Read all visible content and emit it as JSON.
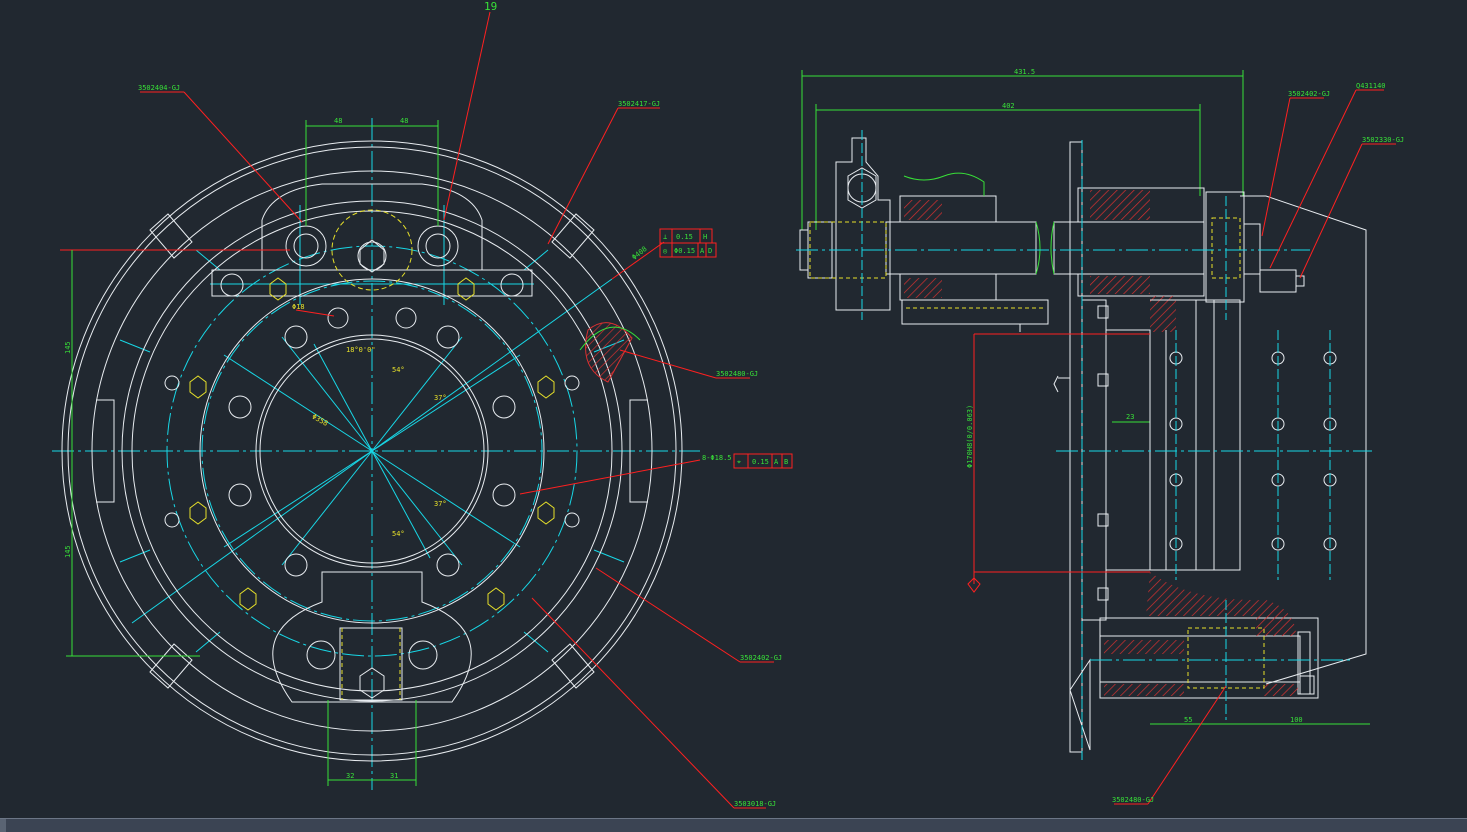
{
  "drawing": {
    "background": "#212830",
    "colors": {
      "outline": "#e8ecf0",
      "center": "#18d7e6",
      "leader": "#ff2020",
      "dimension": "#38e038",
      "hidden": "#e6e02a",
      "hatch": "#d83030"
    }
  },
  "front_view": {
    "labels": {
      "part_top_left": "3502404-GJ",
      "part_top_right": "3502417-GJ",
      "item_19": "19",
      "part_right": "3502480-GJ",
      "part_bottom_right": "3502402-GJ",
      "part_bottom": "3503018-GJ"
    },
    "dims": {
      "top_left": "48",
      "top_right": "48",
      "left_upper": "145",
      "left_lower": "145",
      "bottom_left": "32",
      "bottom_right": "31",
      "hole_dia": "Φ18",
      "inner_dia": "Φ358",
      "angle_top": "18°0'0\"",
      "angle_a": "54°",
      "angle_b": "37°",
      "angle_c": "37°",
      "angle_d": "54°",
      "radius_label": "Φ408",
      "bolt_label": "8-Φ18.5"
    },
    "tolerances": {
      "row1_sym": "⊥",
      "row1_val": "0.15",
      "row1_ref": "H",
      "row2_sym": "◎",
      "row2_val": "Φ0.15",
      "row2_ref": "A",
      "row2_ref2": "D",
      "row3_sym": "⌖",
      "row3_val": "0.15",
      "row3_ref": "A",
      "row3_ref2": "B"
    }
  },
  "side_view": {
    "labels": {
      "part_top": "3502402-GJ",
      "part_top2": "Q431140",
      "part_right": "3502330-GJ",
      "part_bottom": "3502480-GJ"
    },
    "dims": {
      "overall": "431.5",
      "inner": "402",
      "vertical": "Φ170H8(0/0.063)",
      "small": "23",
      "bottom_left": "55",
      "bottom_right": "100"
    }
  }
}
